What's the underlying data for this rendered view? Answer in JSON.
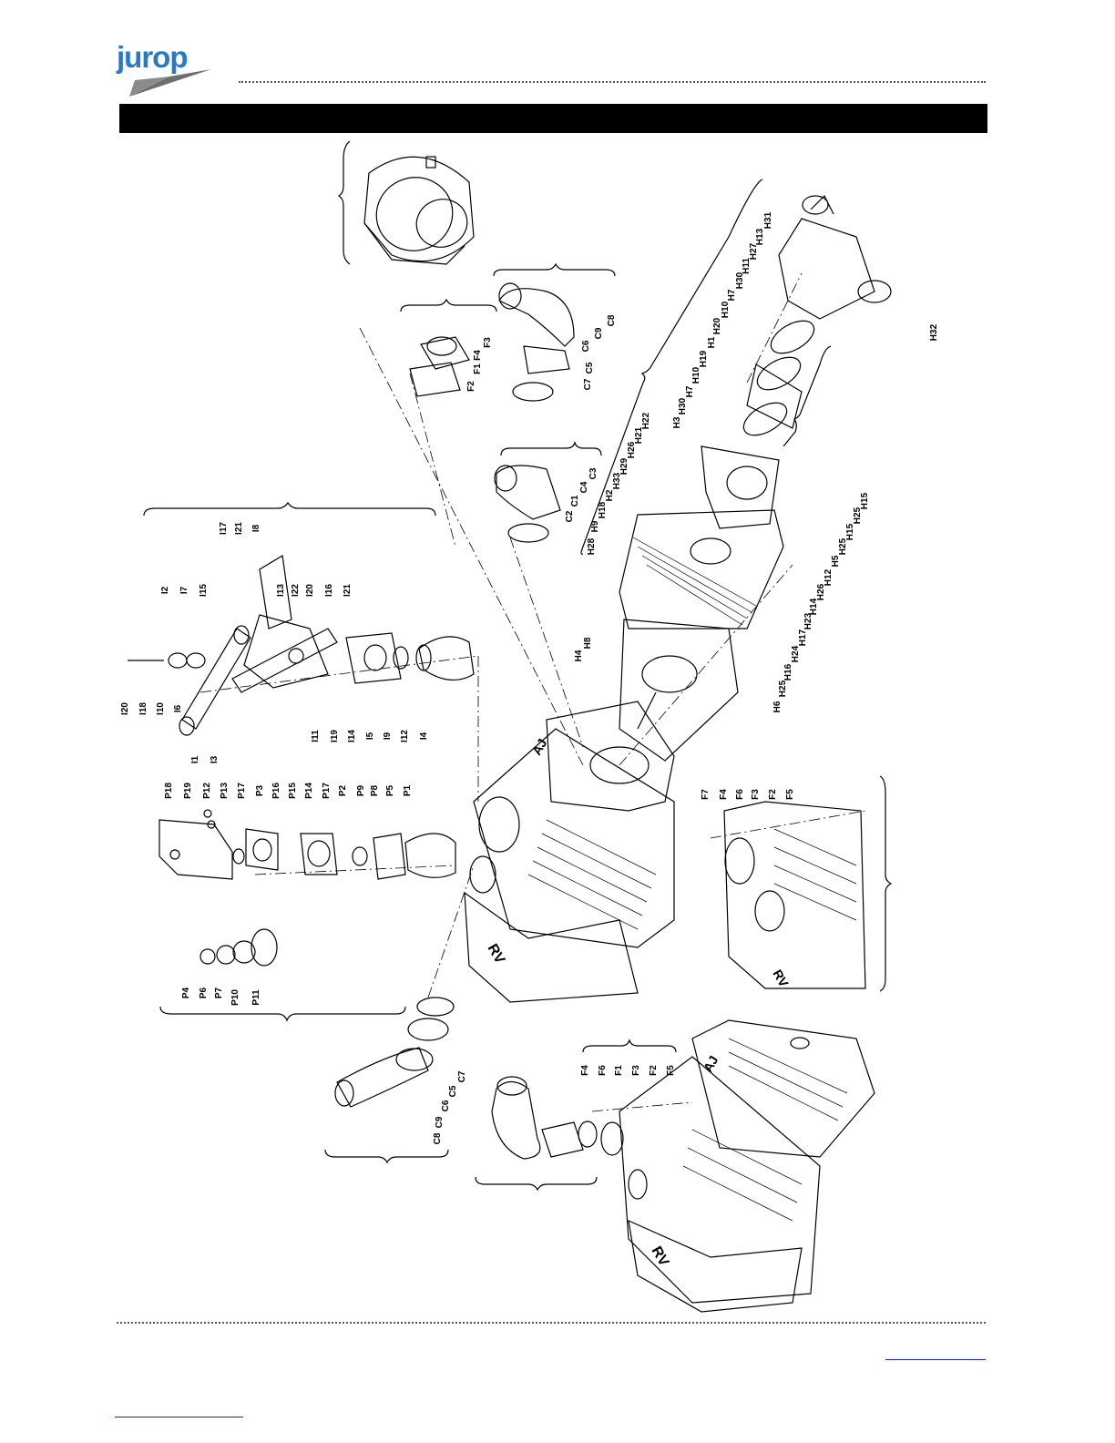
{
  "brand": {
    "logo_text": "jurop",
    "logo_color": "#2a79c2",
    "logo_wedge_color": "#6d6e70"
  },
  "title_bar": {
    "color": "#000000"
  },
  "labels": [
    {
      "id": "C8",
      "t": "C8"
    },
    {
      "id": "C9",
      "t": "C9"
    },
    {
      "id": "C6",
      "t": "C6"
    },
    {
      "id": "C5",
      "t": "C5"
    },
    {
      "id": "C7",
      "t": "C7"
    },
    {
      "id": "F3",
      "t": "F3"
    },
    {
      "id": "F4",
      "t": "F4"
    },
    {
      "id": "F1",
      "t": "F1"
    },
    {
      "id": "F2",
      "t": "F2"
    },
    {
      "id": "C3",
      "t": "C3"
    },
    {
      "id": "C4",
      "t": "C4"
    },
    {
      "id": "C1",
      "t": "C1"
    },
    {
      "id": "C2",
      "t": "C2"
    },
    {
      "id": "H31",
      "t": "H31"
    },
    {
      "id": "H13",
      "t": "H13"
    },
    {
      "id": "H27",
      "t": "H27"
    },
    {
      "id": "H11",
      "t": "H11"
    },
    {
      "id": "H30a",
      "t": "H30"
    },
    {
      "id": "H7a",
      "t": "H7"
    },
    {
      "id": "H10a",
      "t": "H10"
    },
    {
      "id": "H20",
      "t": "H20"
    },
    {
      "id": "H1",
      "t": "H1"
    },
    {
      "id": "H19",
      "t": "H19"
    },
    {
      "id": "H10b",
      "t": "H10"
    },
    {
      "id": "H7b",
      "t": "H7"
    },
    {
      "id": "H30b",
      "t": "H30"
    },
    {
      "id": "H3",
      "t": "H3"
    },
    {
      "id": "H32",
      "t": "H32"
    },
    {
      "id": "H22",
      "t": "H22"
    },
    {
      "id": "H21",
      "t": "H21"
    },
    {
      "id": "H26a",
      "t": "H26"
    },
    {
      "id": "H29",
      "t": "H29"
    },
    {
      "id": "H33",
      "t": "H33"
    },
    {
      "id": "H2",
      "t": "H2"
    },
    {
      "id": "H18",
      "t": "H18"
    },
    {
      "id": "H9",
      "t": "H9"
    },
    {
      "id": "H28",
      "t": "H28"
    },
    {
      "id": "H15a",
      "t": "H15"
    },
    {
      "id": "H25a",
      "t": "H25"
    },
    {
      "id": "H15b",
      "t": "H15"
    },
    {
      "id": "H25b",
      "t": "H25"
    },
    {
      "id": "H5",
      "t": "H5"
    },
    {
      "id": "H12",
      "t": "H12"
    },
    {
      "id": "H26b",
      "t": "H26"
    },
    {
      "id": "H14",
      "t": "H14"
    },
    {
      "id": "H23",
      "t": "H23"
    },
    {
      "id": "H17",
      "t": "H17"
    },
    {
      "id": "H24",
      "t": "H24"
    },
    {
      "id": "H16",
      "t": "H16"
    },
    {
      "id": "H25c",
      "t": "H25"
    },
    {
      "id": "H6",
      "t": "H6"
    },
    {
      "id": "H4",
      "t": "H4"
    },
    {
      "id": "H8",
      "t": "H8"
    },
    {
      "id": "I17",
      "t": "I17"
    },
    {
      "id": "I21a",
      "t": "I21"
    },
    {
      "id": "I8",
      "t": "I8"
    },
    {
      "id": "I2",
      "t": "I2"
    },
    {
      "id": "I7",
      "t": "I7"
    },
    {
      "id": "I15",
      "t": "I15"
    },
    {
      "id": "I13",
      "t": "I13"
    },
    {
      "id": "I22",
      "t": "I22"
    },
    {
      "id": "I20a",
      "t": "I20"
    },
    {
      "id": "I16",
      "t": "I16"
    },
    {
      "id": "I21b",
      "t": "I21"
    },
    {
      "id": "I20b",
      "t": "I20"
    },
    {
      "id": "I18",
      "t": "I18"
    },
    {
      "id": "I10",
      "t": "I10"
    },
    {
      "id": "I6",
      "t": "I6"
    },
    {
      "id": "I11",
      "t": "I11"
    },
    {
      "id": "I19",
      "t": "I19"
    },
    {
      "id": "I14",
      "t": "I14"
    },
    {
      "id": "I5",
      "t": "I5"
    },
    {
      "id": "I9",
      "t": "I9"
    },
    {
      "id": "I12",
      "t": "I12"
    },
    {
      "id": "I4",
      "t": "I4"
    },
    {
      "id": "I1",
      "t": "I1"
    },
    {
      "id": "I3",
      "t": "I3"
    },
    {
      "id": "P18",
      "t": "P18"
    },
    {
      "id": "P19",
      "t": "P19"
    },
    {
      "id": "P12",
      "t": "P12"
    },
    {
      "id": "P13",
      "t": "P13"
    },
    {
      "id": "P17a",
      "t": "P17"
    },
    {
      "id": "P3",
      "t": "P3"
    },
    {
      "id": "P16",
      "t": "P16"
    },
    {
      "id": "P15",
      "t": "P15"
    },
    {
      "id": "P14",
      "t": "P14"
    },
    {
      "id": "P17b",
      "t": "P17"
    },
    {
      "id": "P2",
      "t": "P2"
    },
    {
      "id": "P9",
      "t": "P9"
    },
    {
      "id": "P8",
      "t": "P8"
    },
    {
      "id": "P5",
      "t": "P5"
    },
    {
      "id": "P1",
      "t": "P1"
    },
    {
      "id": "P4",
      "t": "P4"
    },
    {
      "id": "P6",
      "t": "P6"
    },
    {
      "id": "P7",
      "t": "P7"
    },
    {
      "id": "P10",
      "t": "P10"
    },
    {
      "id": "P11",
      "t": "P11"
    },
    {
      "id": "F7b",
      "t": "F7"
    },
    {
      "id": "F4b",
      "t": "F4"
    },
    {
      "id": "F6b",
      "t": "F6"
    },
    {
      "id": "F3b",
      "t": "F3"
    },
    {
      "id": "F2b",
      "t": "F2"
    },
    {
      "id": "F5b",
      "t": "F5"
    },
    {
      "id": "C7b",
      "t": "C7"
    },
    {
      "id": "C5b",
      "t": "C5"
    },
    {
      "id": "C6b",
      "t": "C6"
    },
    {
      "id": "C9b",
      "t": "C9"
    },
    {
      "id": "C8b",
      "t": "C8"
    },
    {
      "id": "F4c",
      "t": "F4"
    },
    {
      "id": "F6c",
      "t": "F6"
    },
    {
      "id": "F1c",
      "t": "F1"
    },
    {
      "id": "F3c",
      "t": "F3"
    },
    {
      "id": "F2c",
      "t": "F2"
    },
    {
      "id": "F5c",
      "t": "F5"
    }
  ],
  "body_marks": {
    "rv": "RV",
    "aj": "AJ"
  }
}
